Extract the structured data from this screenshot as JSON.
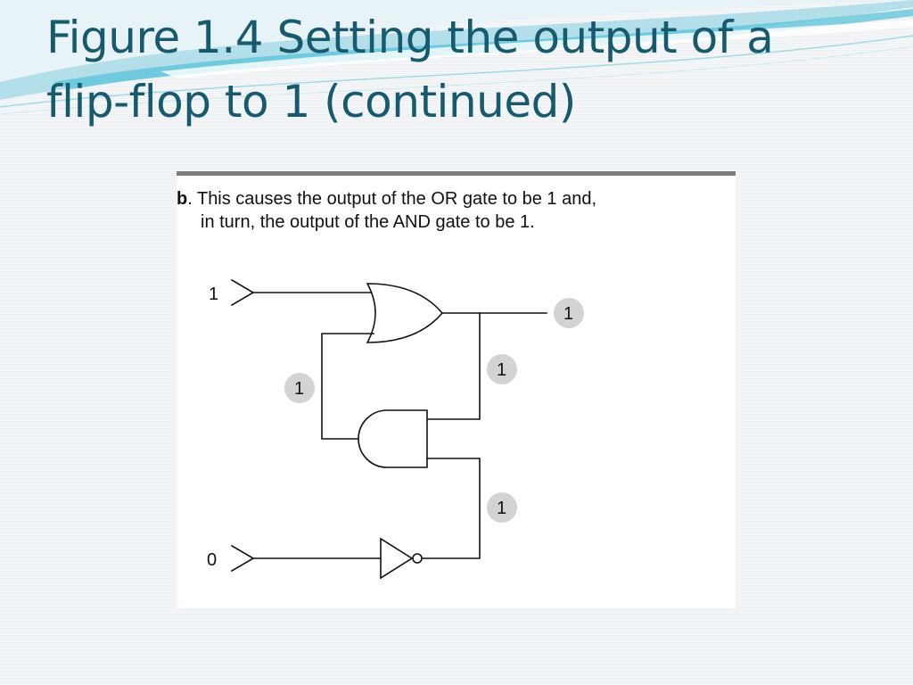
{
  "slide": {
    "title_line1": "Figure 1.4  Setting the output of a",
    "title_line2": "flip-flop to 1 (continued)"
  },
  "figure": {
    "caption_letter": "b",
    "caption_line1": ". This causes the output of the OR gate to be 1 and,",
    "caption_line2": "in turn, the output of the AND gate to be 1.",
    "inputs": {
      "top": "1",
      "bottom": "0"
    },
    "values": {
      "or_output": "1",
      "feedback_and_input": "1",
      "or_to_and_feedback": "1",
      "not_output": "1"
    },
    "gates": [
      "OR gate",
      "AND gate",
      "NOT gate"
    ]
  },
  "colors": {
    "title": "#175a6e",
    "bubble": "#d3d3d3",
    "rule": "#7d7d7d"
  }
}
